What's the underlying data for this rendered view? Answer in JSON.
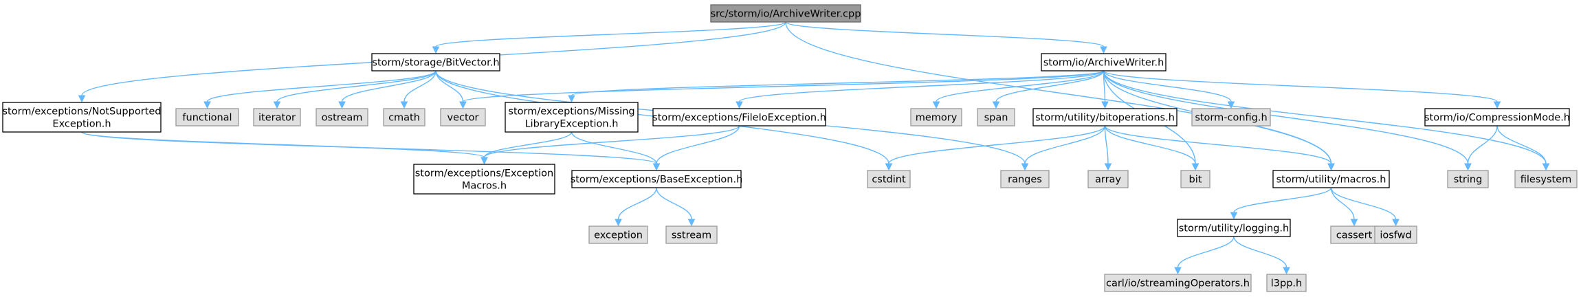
{
  "colors": {
    "root_fill": "#999999",
    "root_stroke": "#666666",
    "project_fill": "#ffffff",
    "project_stroke": "#000000",
    "system_fill": "#e0e0e0",
    "system_stroke": "#999999",
    "edge": "#63b8ff"
  },
  "nodes": [
    {
      "id": "root",
      "kind": "root",
      "lines": [
        "src/storm/io/ArchiveWriter.cpp"
      ]
    },
    {
      "id": "bitvector",
      "kind": "project",
      "lines": [
        "storm/storage/BitVector.h"
      ]
    },
    {
      "id": "archivewriter_h",
      "kind": "project",
      "lines": [
        "storm/io/ArchiveWriter.h"
      ]
    },
    {
      "id": "notsupported",
      "kind": "project",
      "lines": [
        "storm/exceptions/NotSupported",
        "Exception.h"
      ]
    },
    {
      "id": "functional",
      "kind": "system",
      "lines": [
        "functional"
      ]
    },
    {
      "id": "iterator",
      "kind": "system",
      "lines": [
        "iterator"
      ]
    },
    {
      "id": "ostream",
      "kind": "system",
      "lines": [
        "ostream"
      ]
    },
    {
      "id": "cmath",
      "kind": "system",
      "lines": [
        "cmath"
      ]
    },
    {
      "id": "vector",
      "kind": "system",
      "lines": [
        "vector"
      ]
    },
    {
      "id": "missinglib",
      "kind": "project",
      "lines": [
        "storm/exceptions/Missing",
        "LibraryException.h"
      ]
    },
    {
      "id": "fileio",
      "kind": "project",
      "lines": [
        "storm/exceptions/FileIoException.h"
      ]
    },
    {
      "id": "memory",
      "kind": "system",
      "lines": [
        "memory"
      ]
    },
    {
      "id": "span",
      "kind": "system",
      "lines": [
        "span"
      ]
    },
    {
      "id": "bitops",
      "kind": "project",
      "lines": [
        "storm/utility/bitoperations.h"
      ]
    },
    {
      "id": "stormconfig",
      "kind": "system",
      "lines": [
        "storm-config.h"
      ]
    },
    {
      "id": "compression",
      "kind": "project",
      "lines": [
        "storm/io/CompressionMode.h"
      ]
    },
    {
      "id": "exmacros",
      "kind": "project",
      "lines": [
        "storm/exceptions/Exception",
        "Macros.h"
      ]
    },
    {
      "id": "baseex",
      "kind": "project",
      "lines": [
        "storm/exceptions/BaseException.h"
      ]
    },
    {
      "id": "cstdint",
      "kind": "system",
      "lines": [
        "cstdint"
      ]
    },
    {
      "id": "ranges",
      "kind": "system",
      "lines": [
        "ranges"
      ]
    },
    {
      "id": "array",
      "kind": "system",
      "lines": [
        "array"
      ]
    },
    {
      "id": "bit",
      "kind": "system",
      "lines": [
        "bit"
      ]
    },
    {
      "id": "macros",
      "kind": "project",
      "lines": [
        "storm/utility/macros.h"
      ]
    },
    {
      "id": "string",
      "kind": "system",
      "lines": [
        "string"
      ]
    },
    {
      "id": "filesystem",
      "kind": "system",
      "lines": [
        "filesystem"
      ]
    },
    {
      "id": "exception",
      "kind": "system",
      "lines": [
        "exception"
      ]
    },
    {
      "id": "sstream",
      "kind": "system",
      "lines": [
        "sstream"
      ]
    },
    {
      "id": "cassert",
      "kind": "system",
      "lines": [
        "cassert"
      ]
    },
    {
      "id": "iosfwd",
      "kind": "system",
      "lines": [
        "iosfwd"
      ]
    },
    {
      "id": "logging",
      "kind": "project",
      "lines": [
        "storm/utility/logging.h"
      ]
    },
    {
      "id": "streamingops",
      "kind": "system",
      "lines": [
        "carl/io/streamingOperators.h"
      ]
    },
    {
      "id": "l3pp",
      "kind": "system",
      "lines": [
        "l3pp.h"
      ]
    }
  ],
  "edges": [
    [
      "root",
      "bitvector"
    ],
    [
      "root",
      "archivewriter_h"
    ],
    [
      "root",
      "notsupported"
    ],
    [
      "root",
      "macros"
    ],
    [
      "bitvector",
      "functional"
    ],
    [
      "bitvector",
      "iterator"
    ],
    [
      "bitvector",
      "ostream"
    ],
    [
      "bitvector",
      "cmath"
    ],
    [
      "bitvector",
      "vector"
    ],
    [
      "bitvector",
      "cstdint"
    ],
    [
      "bitvector",
      "ranges"
    ],
    [
      "archivewriter_h",
      "vector"
    ],
    [
      "archivewriter_h",
      "missinglib"
    ],
    [
      "archivewriter_h",
      "fileio"
    ],
    [
      "archivewriter_h",
      "memory"
    ],
    [
      "archivewriter_h",
      "span"
    ],
    [
      "archivewriter_h",
      "bitops"
    ],
    [
      "archivewriter_h",
      "stormconfig"
    ],
    [
      "archivewriter_h",
      "compression"
    ],
    [
      "archivewriter_h",
      "bit"
    ],
    [
      "archivewriter_h",
      "macros"
    ],
    [
      "archivewriter_h",
      "string"
    ],
    [
      "archivewriter_h",
      "filesystem"
    ],
    [
      "notsupported",
      "exmacros"
    ],
    [
      "notsupported",
      "baseex"
    ],
    [
      "missinglib",
      "exmacros"
    ],
    [
      "missinglib",
      "baseex"
    ],
    [
      "fileio",
      "exmacros"
    ],
    [
      "fileio",
      "baseex"
    ],
    [
      "bitops",
      "cstdint"
    ],
    [
      "bitops",
      "ranges"
    ],
    [
      "bitops",
      "array"
    ],
    [
      "bitops",
      "bit"
    ],
    [
      "bitops",
      "macros"
    ],
    [
      "compression",
      "string"
    ],
    [
      "compression",
      "filesystem"
    ],
    [
      "baseex",
      "exception"
    ],
    [
      "baseex",
      "sstream"
    ],
    [
      "macros",
      "logging"
    ],
    [
      "macros",
      "cassert"
    ],
    [
      "macros",
      "iosfwd"
    ],
    [
      "logging",
      "streamingops"
    ],
    [
      "logging",
      "l3pp"
    ]
  ]
}
